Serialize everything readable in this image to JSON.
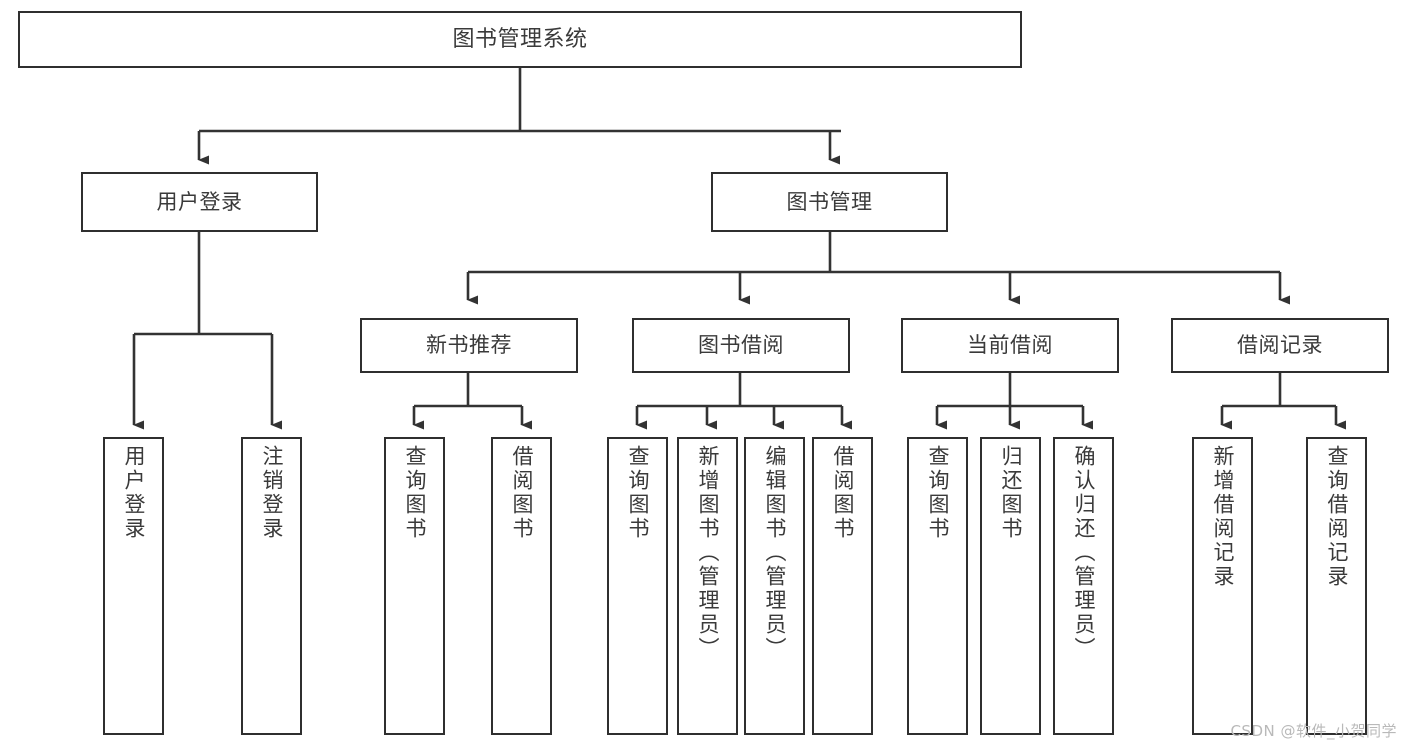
{
  "diagram": {
    "title": "图书管理系统",
    "type": "tree",
    "watermark": "CSDN @软件_小贺同学",
    "colors": {
      "box_stroke": "#2f2f2f",
      "box_fill": "#ffffff",
      "text": "#3a3a3a",
      "connector": "#333333",
      "watermark": "#b9b9b9",
      "background": "#ffffff"
    },
    "root": {
      "label": "图书管理系统"
    },
    "level1": [
      {
        "label": "用户登录"
      },
      {
        "label": "图书管理"
      }
    ],
    "level2": [
      {
        "label": "新书推荐"
      },
      {
        "label": "图书借阅"
      },
      {
        "label": "当前借阅"
      },
      {
        "label": "借阅记录"
      }
    ],
    "leaves": {
      "user_login": [
        {
          "label": "用户登录"
        },
        {
          "label": "注销登录"
        }
      ],
      "new_book_recommend": [
        {
          "label": "查询图书"
        },
        {
          "label": "借阅图书"
        }
      ],
      "book_borrow": [
        {
          "label": "查询图书"
        },
        {
          "label": "新增图书（管理员）"
        },
        {
          "label": "编辑图书（管理员）"
        },
        {
          "label": "借阅图书"
        }
      ],
      "current_borrow": [
        {
          "label": "查询图书"
        },
        {
          "label": "归还图书"
        },
        {
          "label": "确认归还（管理员）"
        }
      ],
      "borrow_record": [
        {
          "label": "新增借阅记录"
        },
        {
          "label": "查询借阅记录"
        }
      ]
    }
  }
}
